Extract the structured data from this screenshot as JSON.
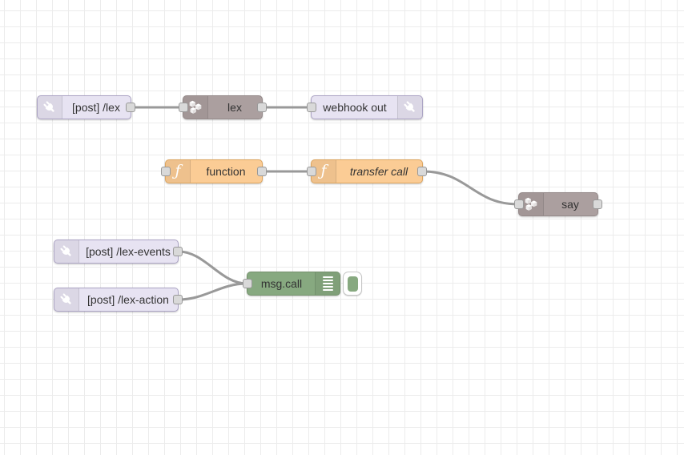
{
  "canvas": {
    "background": "#ffffff",
    "grid_line_color": "#ececec",
    "grid_size": 20,
    "wire_color": "#999999",
    "port_fill": "#d9d9d9",
    "port_border": "#999999",
    "label_color": "#333333"
  },
  "colors": {
    "http_node": "#e7e3f2",
    "lex_node": "#ab9f9f",
    "function_node": "#fbcc95",
    "debug_node": "#87a980"
  },
  "nodes": {
    "http_in_lex": {
      "label": "[post] /lex",
      "icon": "plug-icon"
    },
    "lex": {
      "label": "lex",
      "icon": "cubes-icon"
    },
    "webhook_out": {
      "label": "webhook out",
      "icon": "plug-icon"
    },
    "function": {
      "label": "function",
      "icon": "function-icon"
    },
    "transfer_call": {
      "label": "transfer call",
      "icon": "function-icon",
      "italic": true
    },
    "say": {
      "label": "say",
      "icon": "cubes-icon"
    },
    "http_in_lex_events": {
      "label": "[post] /lex-events",
      "icon": "plug-icon"
    },
    "http_in_lex_action": {
      "label": "[post] /lex-action",
      "icon": "plug-icon"
    },
    "debug_msg_call": {
      "label": "msg.call",
      "icon": "debug-list-icon"
    }
  }
}
